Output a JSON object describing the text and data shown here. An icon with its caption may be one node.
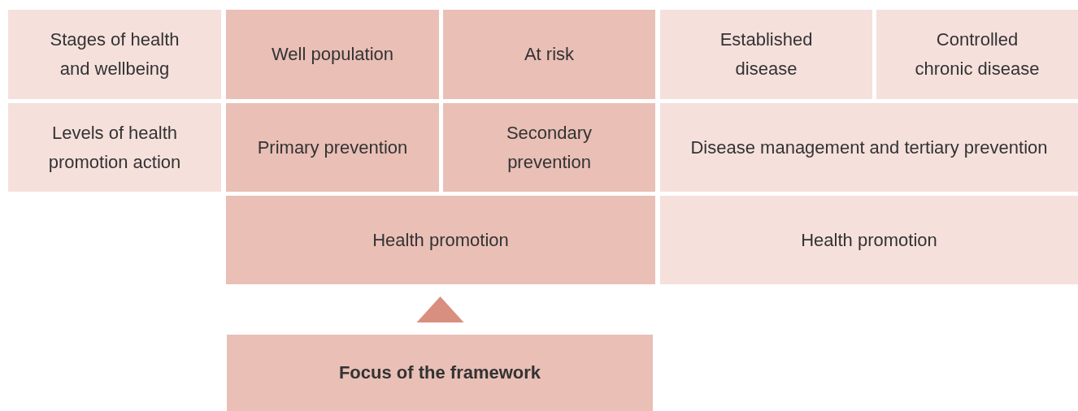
{
  "diagram": {
    "nodes": [
      {
        "text": [
          "Stages of health and wellbeing"
        ]
      },
      {
        "text": [
          "Well population"
        ]
      },
      {
        "text": [
          "At risk"
        ]
      },
      {
        "text": [
          "Established disease"
        ]
      },
      {
        "text": [
          "Controlled chronic disease"
        ]
      },
      {
        "text": [
          "Levels of health promotion action"
        ]
      },
      {
        "text": [
          "Primary prevention"
        ]
      },
      {
        "text": [
          "Secondary prevention"
        ]
      },
      {
        "text": [
          "Disease management and tertiary prevention"
        ]
      },
      {
        "text": [
          "Health promotion"
        ]
      },
      {
        "text": [
          "Health promotion"
        ]
      },
      {
        "text": [
          "Focus of the framework"
        ]
      }
    ],
    "edges": [
      {
        "from": 11,
        "to": 9,
        "arrow": "to"
      }
    ]
  }
}
